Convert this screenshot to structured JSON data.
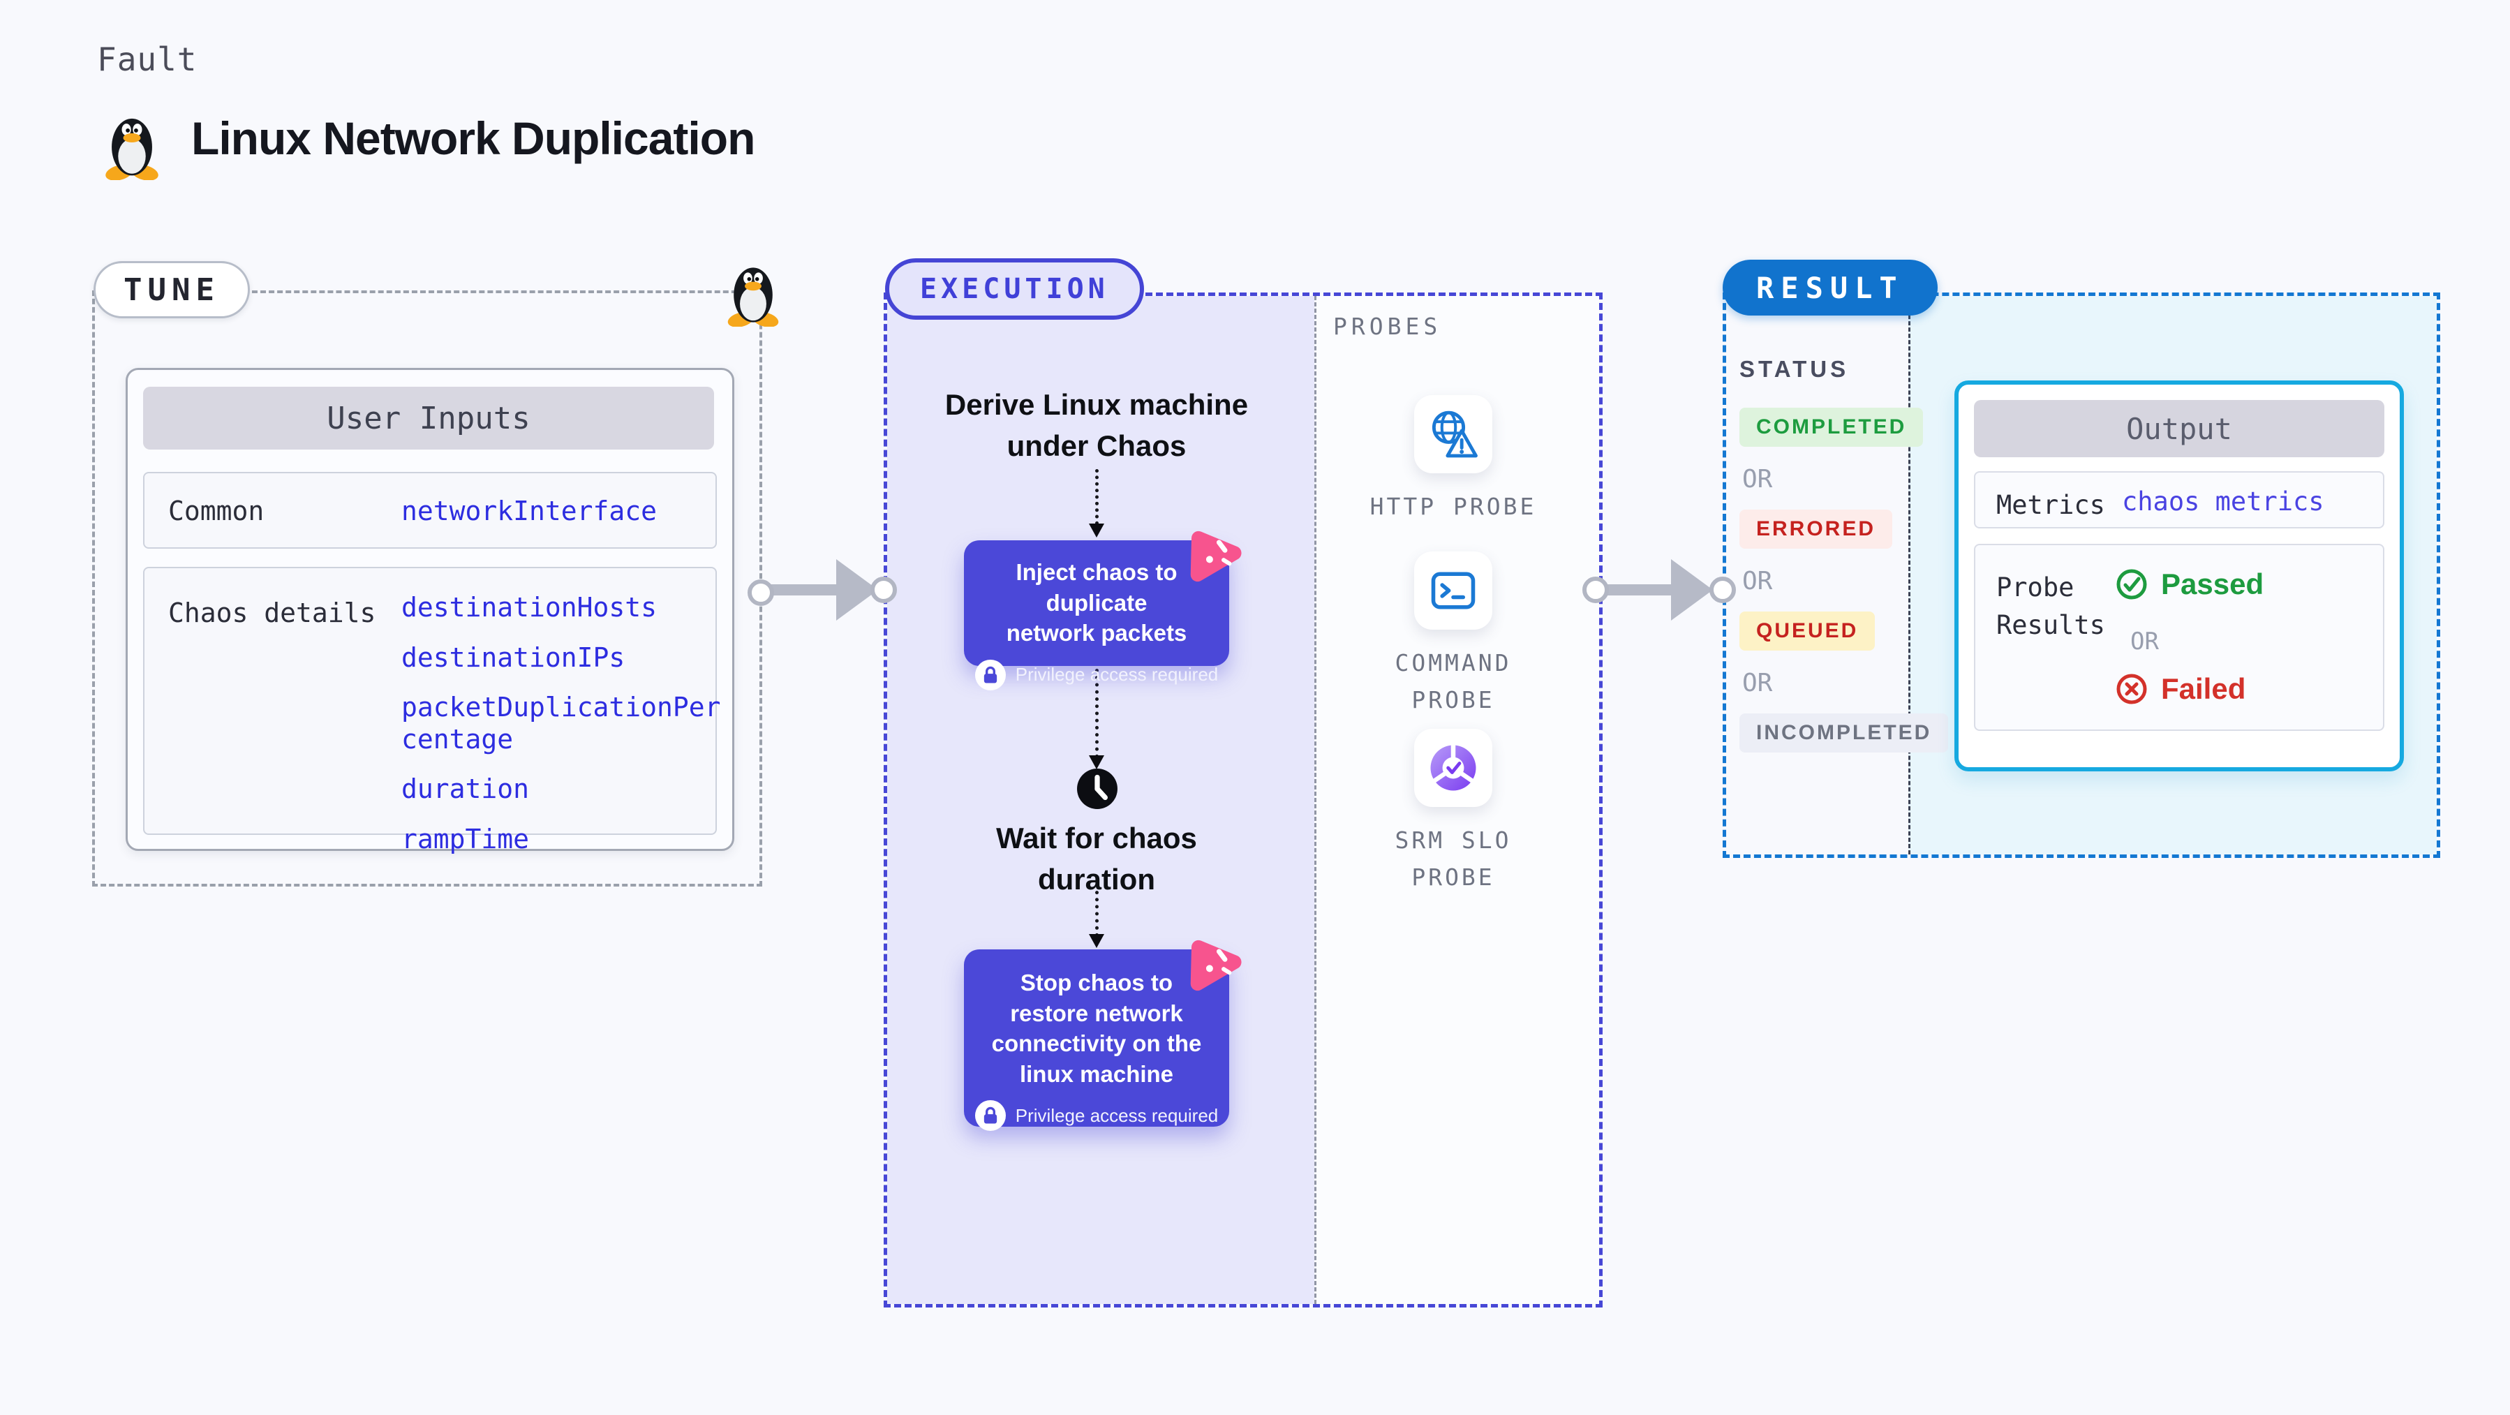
{
  "header": {
    "eyebrow": "Fault",
    "title": "Linux Network Duplication"
  },
  "tune": {
    "pill": "TUNE",
    "table_title": "User Inputs",
    "rows": [
      {
        "label": "Common",
        "values": [
          "networkInterface"
        ]
      },
      {
        "label": "Chaos details",
        "values": [
          "destinationHosts",
          "destinationIPs",
          "packetDuplicationPercentage",
          "duration",
          "rampTime"
        ]
      }
    ]
  },
  "execution": {
    "pill": "EXECUTION",
    "steps": {
      "derive": "Derive Linux machine\nunder Chaos",
      "inject": "Inject chaos to duplicate\nnetwork packets",
      "wait": "Wait for chaos\nduration",
      "stop": "Stop chaos to\nrestore network\nconnectivity on the\nlinux machine"
    },
    "privilege_note": "Privilege access required"
  },
  "probes": {
    "label": "PROBES",
    "items": [
      {
        "name": "HTTP PROBE",
        "icon": "globe-alert-icon"
      },
      {
        "name": "COMMAND PROBE",
        "icon": "terminal-icon"
      },
      {
        "name": "SRM SLO PROBE",
        "icon": "slo-donut-icon"
      }
    ]
  },
  "result": {
    "pill": "RESULT",
    "status_label": "STATUS",
    "or_label": "OR",
    "statuses": [
      {
        "label": "COMPLETED",
        "color": "#1d9c3f",
        "bg": "#def3dd"
      },
      {
        "label": "ERRORED",
        "color": "#c5221f",
        "bg": "#fdecea"
      },
      {
        "label": "QUEUED",
        "color": "#c5221f",
        "bg": "#fdf2c6"
      },
      {
        "label": "INCOMPLETED",
        "color": "#6e7381",
        "bg": "#eceef6"
      }
    ],
    "output": {
      "title": "Output",
      "metrics_label": "Metrics",
      "metrics_value": "chaos metrics",
      "probe_results_label": "Probe Results",
      "passed": "Passed",
      "or_label": "OR",
      "failed": "Failed"
    }
  },
  "colors": {
    "page_bg": "#f8f9fd",
    "execution_fill": "#e7e7fb",
    "execution_accent": "#4747d6",
    "chaos_box": "#4b48d8",
    "chaos_logo_pink": "#f7548e",
    "result_accent": "#1478d2",
    "output_border": "#16a9e0",
    "param_text": "#2d2de0",
    "arrow_gray": "#b6bac7",
    "passed_green": "#1d9b3f",
    "failed_red": "#d3312a"
  }
}
